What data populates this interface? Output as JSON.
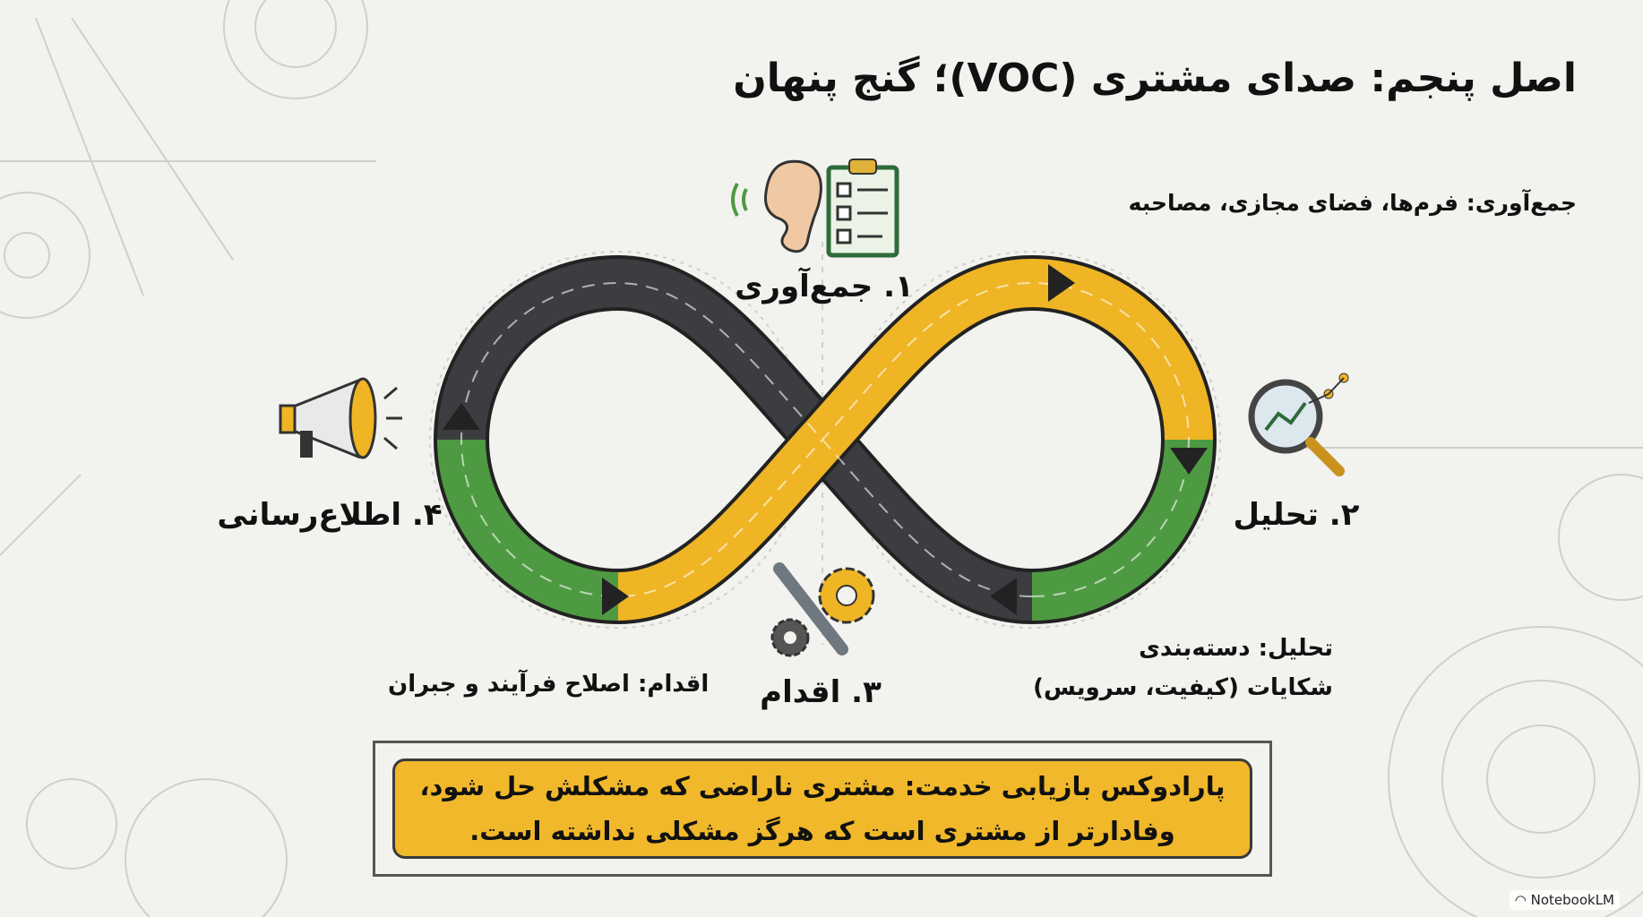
{
  "title": "اصل پنجم: صدای مشتری (VOC)؛ گنج پنهان",
  "subtitle": "جمع‌آوری: فرم‌ها، فضای مجازی، مصاحبه",
  "steps": [
    {
      "label": "۱. جمع‌آوری",
      "icon": "ear-clipboard-icon"
    },
    {
      "label": "۲. تحلیل",
      "icon": "magnifier-chart-icon"
    },
    {
      "label": "۳. اقدام",
      "icon": "wrench-gear-icon"
    },
    {
      "label": "۴. اطلاع‌رسانی",
      "icon": "megaphone-icon"
    }
  ],
  "notes": {
    "analysis_line1": "تحلیل: دسته‌بندی",
    "analysis_line2": "شکایات (کیفیت، سرویس)",
    "action": "اقدام: اصلاح فرآیند و جبران"
  },
  "banner": {
    "line1": "پارادوکس بازیابی خدمت: مشتری ناراضی که مشکلش حل شود،",
    "line2": "وفادارتر از مشتری است که هرگز مشکلی نداشته است."
  },
  "brand": "NotebookLM",
  "colors": {
    "yellow": "#efb525",
    "green": "#4e9a42",
    "dark": "#3b3d40",
    "background": "#f2f2ef"
  }
}
